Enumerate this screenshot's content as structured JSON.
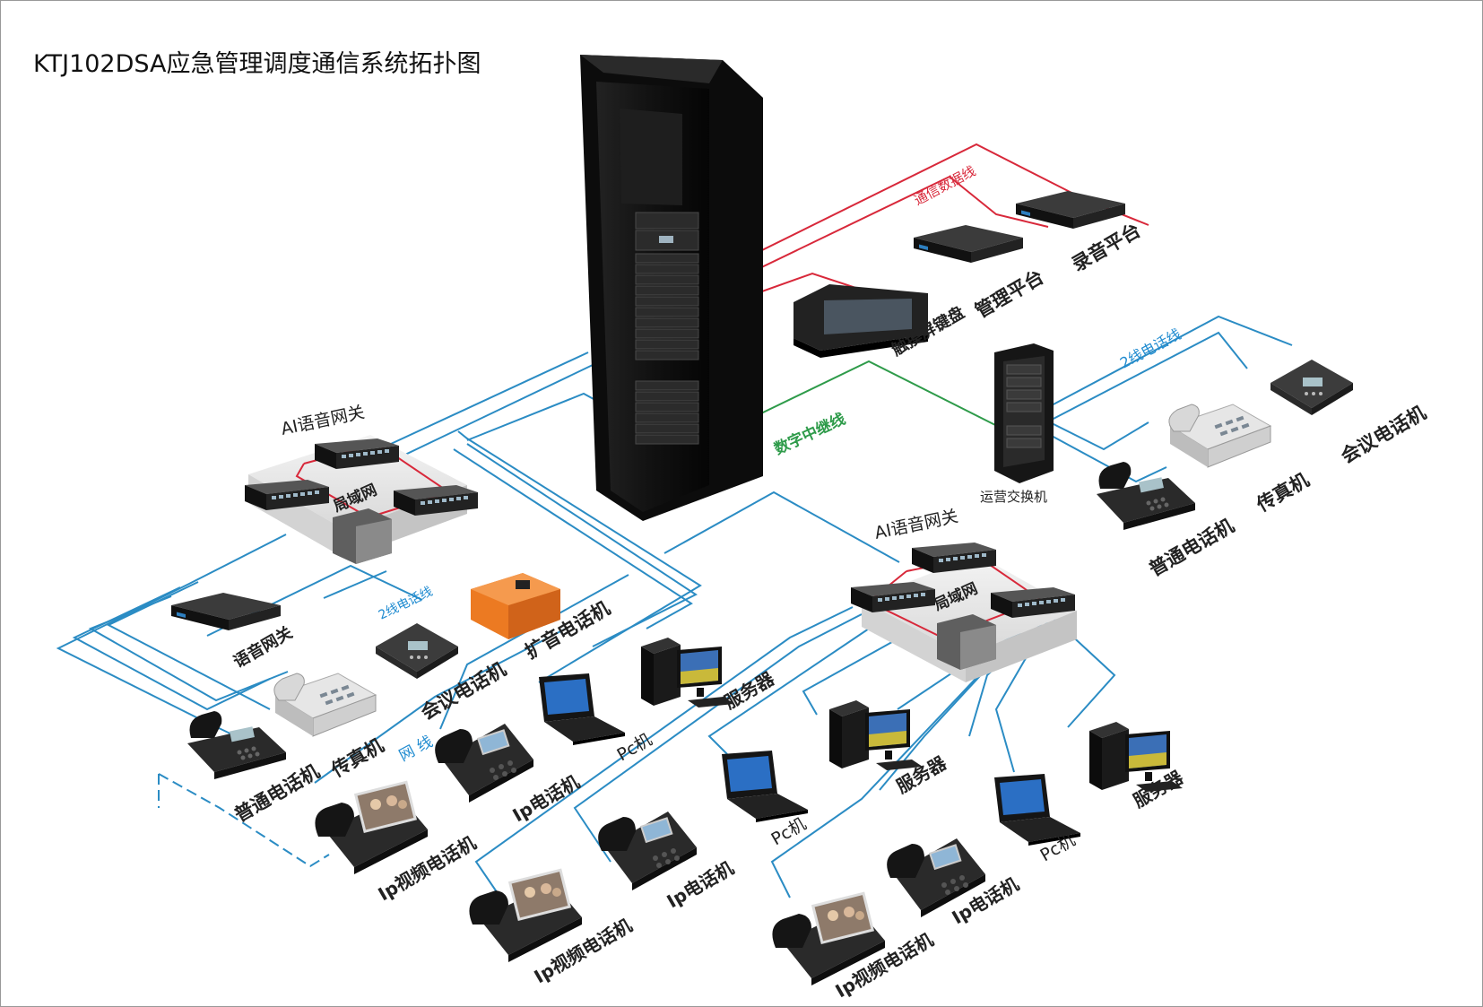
{
  "title": "KTJ102DSA应急管理调度通信系统拓扑图",
  "cables": {
    "data_line": "通信数据线",
    "digital_trunk": "数字中继线",
    "two_wire_1": "2线电话线",
    "two_wire_2": "2线电话线",
    "network": "网 线"
  },
  "devices": {
    "touch_keyboard": "触摸屏键盘",
    "mgmt_platform": "管理平台",
    "recording_platform": "录音平台",
    "carrier_switch": "运营交换机",
    "ai_gateway_left": "AI语音网关",
    "ai_gateway_right": "AI语音网关",
    "lan_left": "局域网",
    "lan_right": "局域网",
    "voice_gateway": "语音网关",
    "conference_phone_left": "会议电话机",
    "pa_phone": "扩音电话机",
    "fax_left": "传真机",
    "phone_left": "普通电话机",
    "server_1": "服务器",
    "pc_1": "Pc机",
    "ip_phone_1": "Ip电话机",
    "ip_video_phone_1": "Ip视频电话机",
    "server_2": "服务器",
    "pc_2": "Pc机",
    "ip_phone_2": "Ip电话机",
    "ip_video_phone_2": "Ip视频电话机",
    "server_3": "服务器",
    "pc_3": "Pc机",
    "ip_phone_3": "Ip电话机",
    "ip_video_phone_3": "Ip视频电话机",
    "conference_phone_right": "会议电话机",
    "fax_right": "传真机",
    "phone_right": "普通电话机"
  },
  "colors": {
    "data_line": "#d8283a",
    "digital_trunk": "#2e9b4a",
    "network": "#2b8cc4",
    "two_wire_label": "#1f8bd0"
  }
}
